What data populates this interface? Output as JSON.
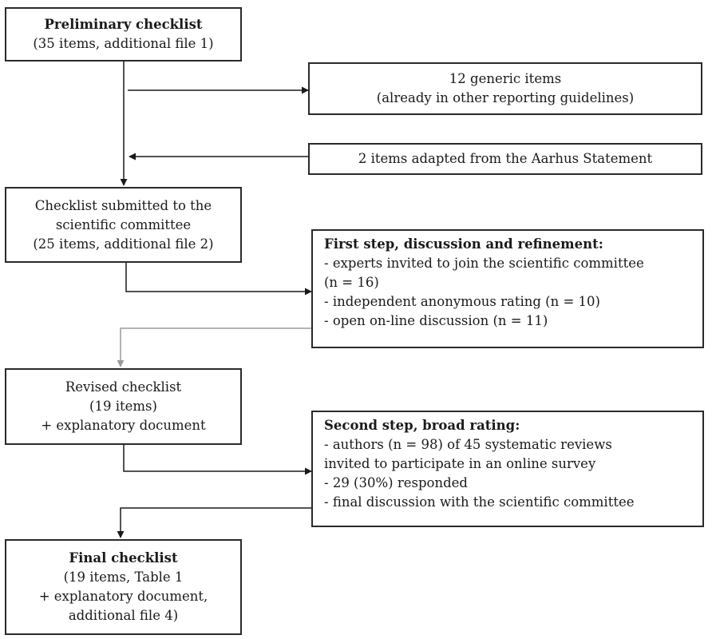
{
  "boxes": {
    "preliminary": {
      "title": "Preliminary checklist",
      "lines": [
        "(35 items, additional file 1)"
      ]
    },
    "generic": {
      "lines": [
        "12 generic items",
        "(already in other reporting guidelines)"
      ]
    },
    "aarhus": {
      "lines": [
        "2 items adapted from the Aarhus Statement"
      ]
    },
    "submitted": {
      "lines": [
        "Checklist submitted to the",
        "scientific committee",
        "(25 items, additional file 2)"
      ]
    },
    "first_step": {
      "title": "First step, discussion and refinement:",
      "lines": [
        "- experts invited to join the scientific committee",
        "(n = 16)",
        "- independent anonymous rating (n = 10)",
        "- open on-line discussion (n = 11)"
      ]
    },
    "revised": {
      "lines": [
        "Revised checklist",
        "(19 items)",
        "+ explanatory document"
      ]
    },
    "second_step": {
      "title": "Second step, broad rating:",
      "lines": [
        "- authors (n = 98) of 45 systematic reviews",
        "invited to participate in an online survey",
        "- 29 (30%) responded",
        "- final discussion with the scientific committee"
      ]
    },
    "final": {
      "title": "Final checklist",
      "lines": [
        "(19 items, Table 1",
        "+ explanatory document,",
        "additional file 4)"
      ]
    }
  }
}
